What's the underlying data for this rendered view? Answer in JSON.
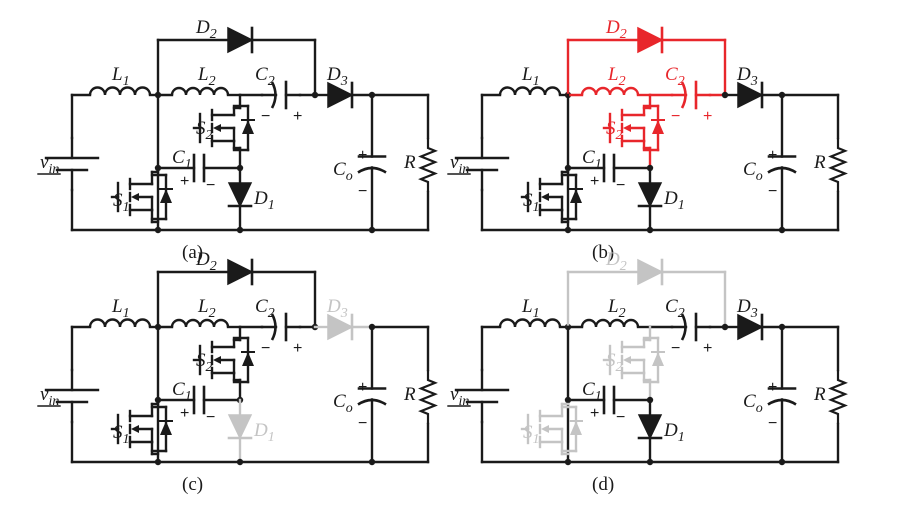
{
  "colors": {
    "normal": "#1a1a1a",
    "highlight": "#e8262b",
    "inactive": "#c4c4c4"
  },
  "labels": {
    "vin": "v",
    "vin_sub": "in",
    "L1": "L",
    "L1_sub": "1",
    "L2": "L",
    "L2_sub": "2",
    "C1": "C",
    "C1_sub": "1",
    "C2": "C",
    "C2_sub": "2",
    "Co": "C",
    "Co_sub": "o",
    "D1": "D",
    "D1_sub": "1",
    "D2": "D",
    "D2_sub": "2",
    "D3": "D",
    "D3_sub": "3",
    "S1": "S",
    "S1_sub": "1",
    "S2": "S",
    "S2_sub": "2",
    "R": "R",
    "plus": "+",
    "minus": "−"
  },
  "panels": [
    {
      "caption": "(a)",
      "state": {
        "L1": "normal",
        "L2": "normal",
        "S1": "normal",
        "S2": "normal",
        "C1": "normal",
        "C2": "normal",
        "D1": "normal",
        "D2": "normal",
        "D3": "normal",
        "Co": "normal",
        "loop": "normal"
      }
    },
    {
      "caption": "(b)",
      "state": {
        "L1": "normal",
        "L2": "highlight",
        "S1": "normal",
        "S2": "highlight",
        "C1": "normal",
        "C2": "highlight",
        "D1": "normal",
        "D2": "highlight",
        "D3": "normal",
        "Co": "normal",
        "loop": "highlight"
      }
    },
    {
      "caption": "(c)",
      "state": {
        "L1": "normal",
        "L2": "normal",
        "S1": "normal",
        "S2": "normal",
        "C1": "normal",
        "C2": "normal",
        "D1": "inactive",
        "D2": "normal",
        "D3": "inactive",
        "Co": "normal",
        "loop": "normal"
      }
    },
    {
      "caption": "(d)",
      "state": {
        "L1": "normal",
        "L2": "normal",
        "S1": "inactive",
        "S2": "inactive",
        "C1": "normal",
        "C2": "normal",
        "D1": "normal",
        "D2": "inactive",
        "D3": "normal",
        "Co": "normal",
        "loop": "inactive"
      }
    }
  ]
}
